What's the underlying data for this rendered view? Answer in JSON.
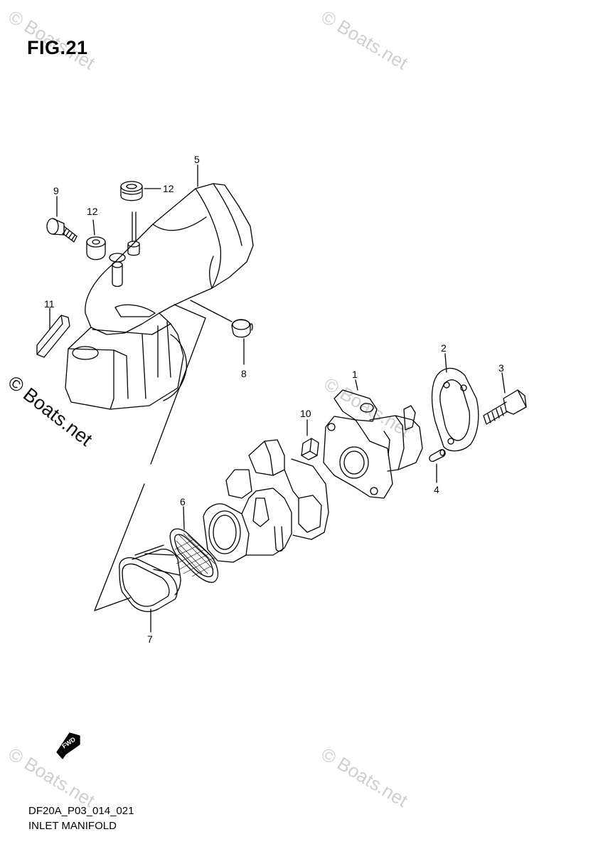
{
  "figure": {
    "title": "FIG.21"
  },
  "callouts": [
    "1",
    "2",
    "3",
    "4",
    "5",
    "6",
    "7",
    "8",
    "9",
    "10",
    "11",
    "12",
    "12"
  ],
  "fwd_label": "FWD",
  "watermark": "© Boats.net",
  "footer": {
    "drawing_code": "DF20A_P03_014_021",
    "drawing_name": "INLET MANIFOLD"
  },
  "colors": {
    "line": "#000000",
    "watermark": "#cfcfcf",
    "background": "#ffffff"
  }
}
